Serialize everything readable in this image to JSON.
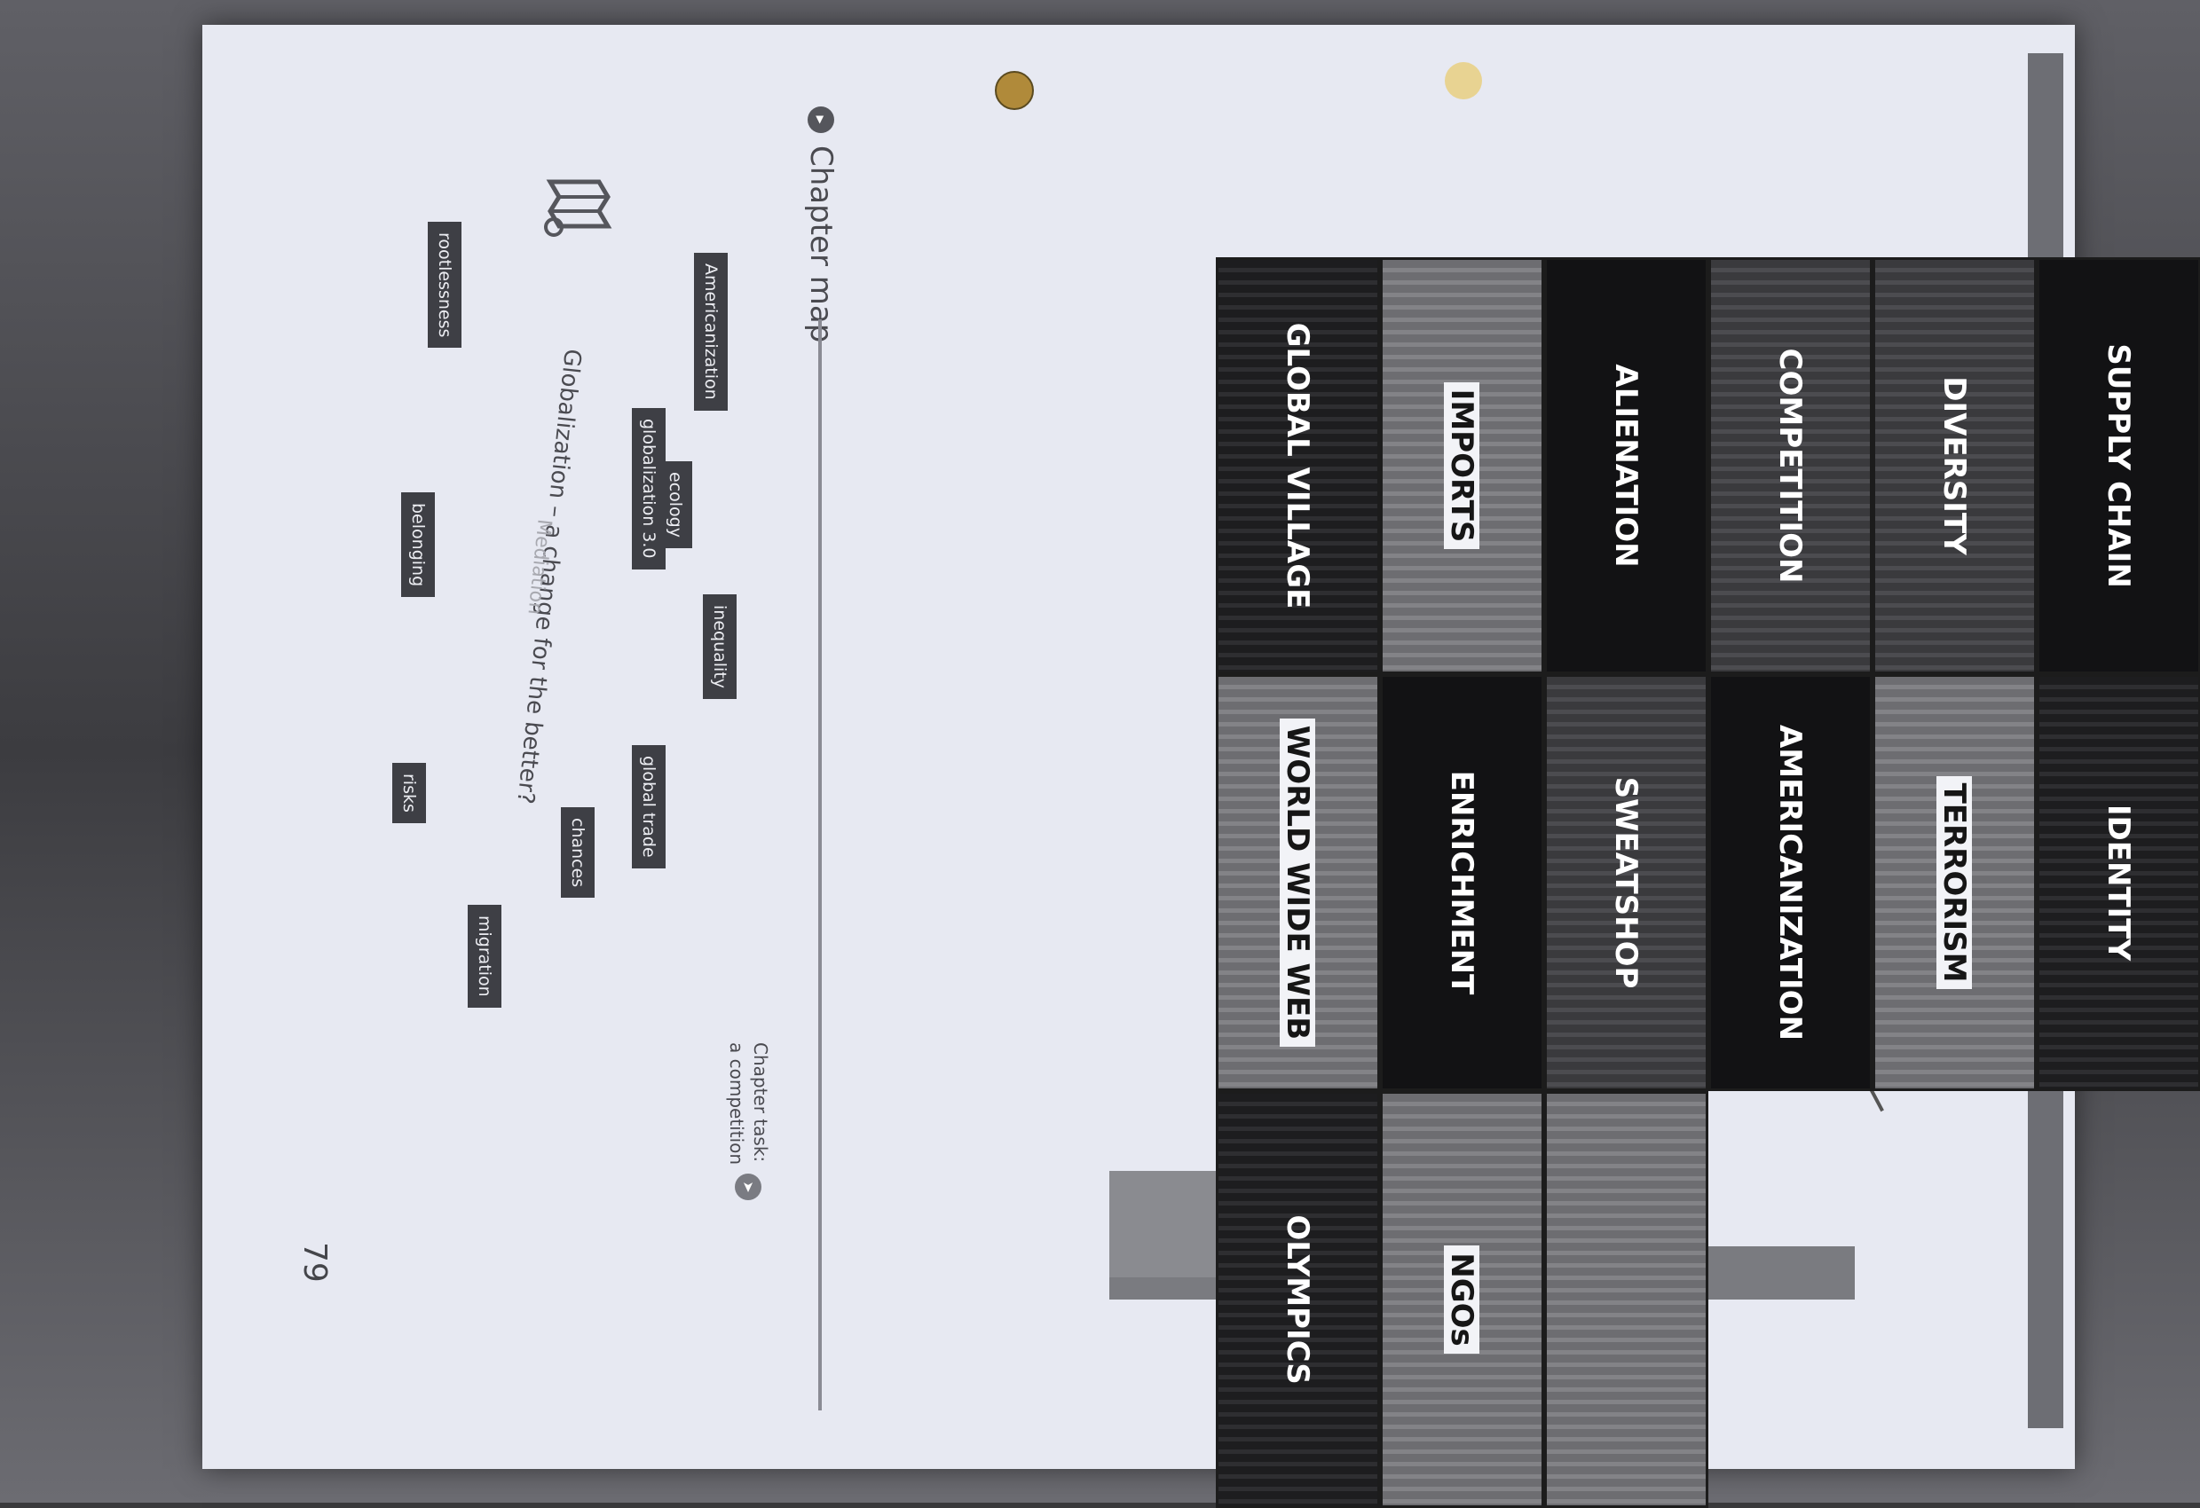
{
  "containers": [
    {
      "label": "SUPPLY CHAIN"
    },
    {
      "label": "IDENTITY"
    },
    {
      "label": "DIVERSITY"
    },
    {
      "label": "TERRORISM"
    },
    {
      "label": "COMPETITION"
    },
    {
      "label": "AMERICANIZATION"
    },
    {
      "label": "ALIENATION"
    },
    {
      "label": "SWEATSHOP"
    },
    {
      "label": "IMPORTS"
    },
    {
      "label": "ENRICHMENT"
    },
    {
      "label": "NGOs"
    },
    {
      "label": "GLOBAL VILLAGE"
    },
    {
      "label": "WORLD WIDE WEB"
    },
    {
      "label": "OLYMPICS"
    }
  ],
  "chapter_map": {
    "title": "Chapter map",
    "central_question": "Globalization – a change for the better?",
    "mediation": "Mediation",
    "tags": [
      "globalization 3.0",
      "global trade",
      "Americanization",
      "ecology",
      "inequality",
      "chances",
      "migration",
      "rootlessness",
      "belonging",
      "risks"
    ],
    "task_label": "Chapter task:",
    "task_value": "a competition"
  },
  "page_number": "79"
}
